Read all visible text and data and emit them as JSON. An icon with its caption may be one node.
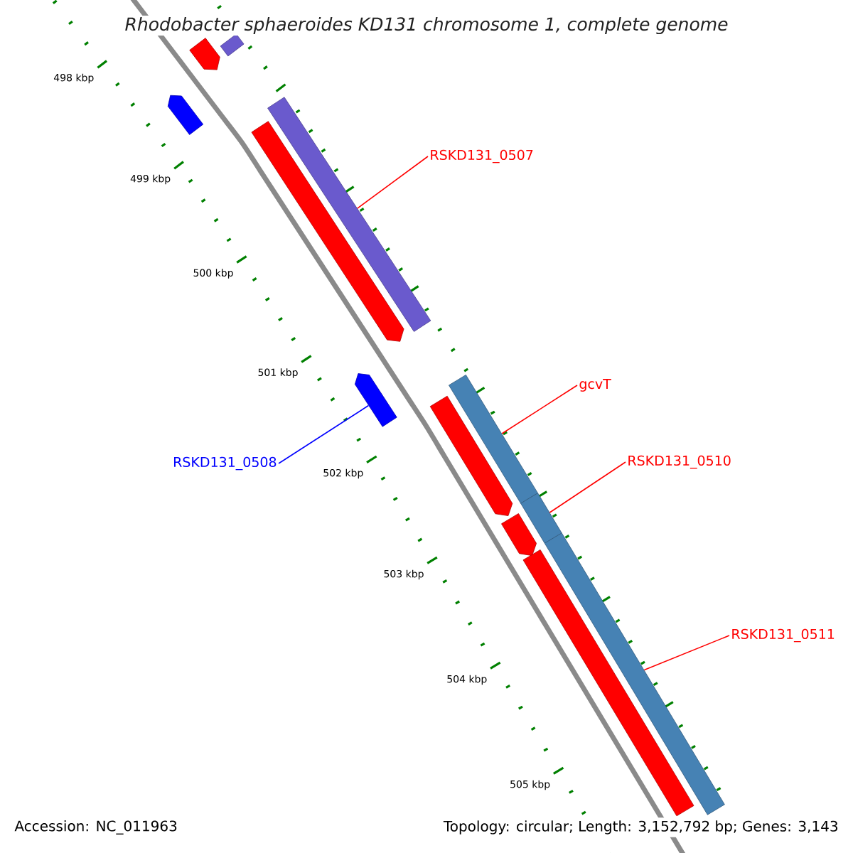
{
  "diagram": {
    "title": "*Rhodobacter sphaeroides* KD131 chromosome 1, complete genome",
    "nodes": [
      {
        "text": [],
        "shape": "bar"
      },
      {
        "text": [],
        "shape": "bar"
      },
      {
        "text": [],
        "shape": "bar"
      },
      {
        "text": [],
        "shape": "bar"
      },
      {
        "text": [],
        "shape": "bar"
      },
      {
        "text": [
          "RSKD131_0507"
        ]
      },
      {
        "text": [],
        "shape": "bar"
      },
      {
        "text": [],
        "shape": "bar"
      },
      {
        "text": [
          "gcvT"
        ]
      },
      {
        "text": [],
        "shape": "bar"
      },
      {
        "text": [
          "RSKD131_0508"
        ]
      },
      {
        "text": [
          "RSKD131_0510"
        ]
      },
      {
        "text": [],
        "shape": "bar"
      },
      {
        "text": [],
        "shape": "bar"
      },
      {
        "text": [],
        "shape": "bar"
      },
      {
        "text": [],
        "shape": "bar"
      },
      {
        "text": [
          "RSKD131_0511"
        ]
      }
    ],
    "edges": [
      {
        "from": 5,
        "to": 3,
        "arrow": "none"
      },
      {
        "from": 8,
        "to": 7,
        "arrow": "none"
      },
      {
        "from": 10,
        "to": 6,
        "arrow": "none",
        "color": "#0000ff"
      },
      {
        "from": 11,
        "to": 12,
        "arrow": "none"
      },
      {
        "from": 16,
        "to": 14,
        "arrow": "none"
      }
    ],
    "labels": [
      "498 kbp",
      "499 kbp",
      "500 kbp",
      "501 kbp",
      "502 kbp",
      "503 kbp",
      "504 kbp",
      "505 kbp",
      "Accession: NC_011963",
      "Topology: circular; Length: 3,152,792 bp; Genes: 3,143"
    ]
  }
}
